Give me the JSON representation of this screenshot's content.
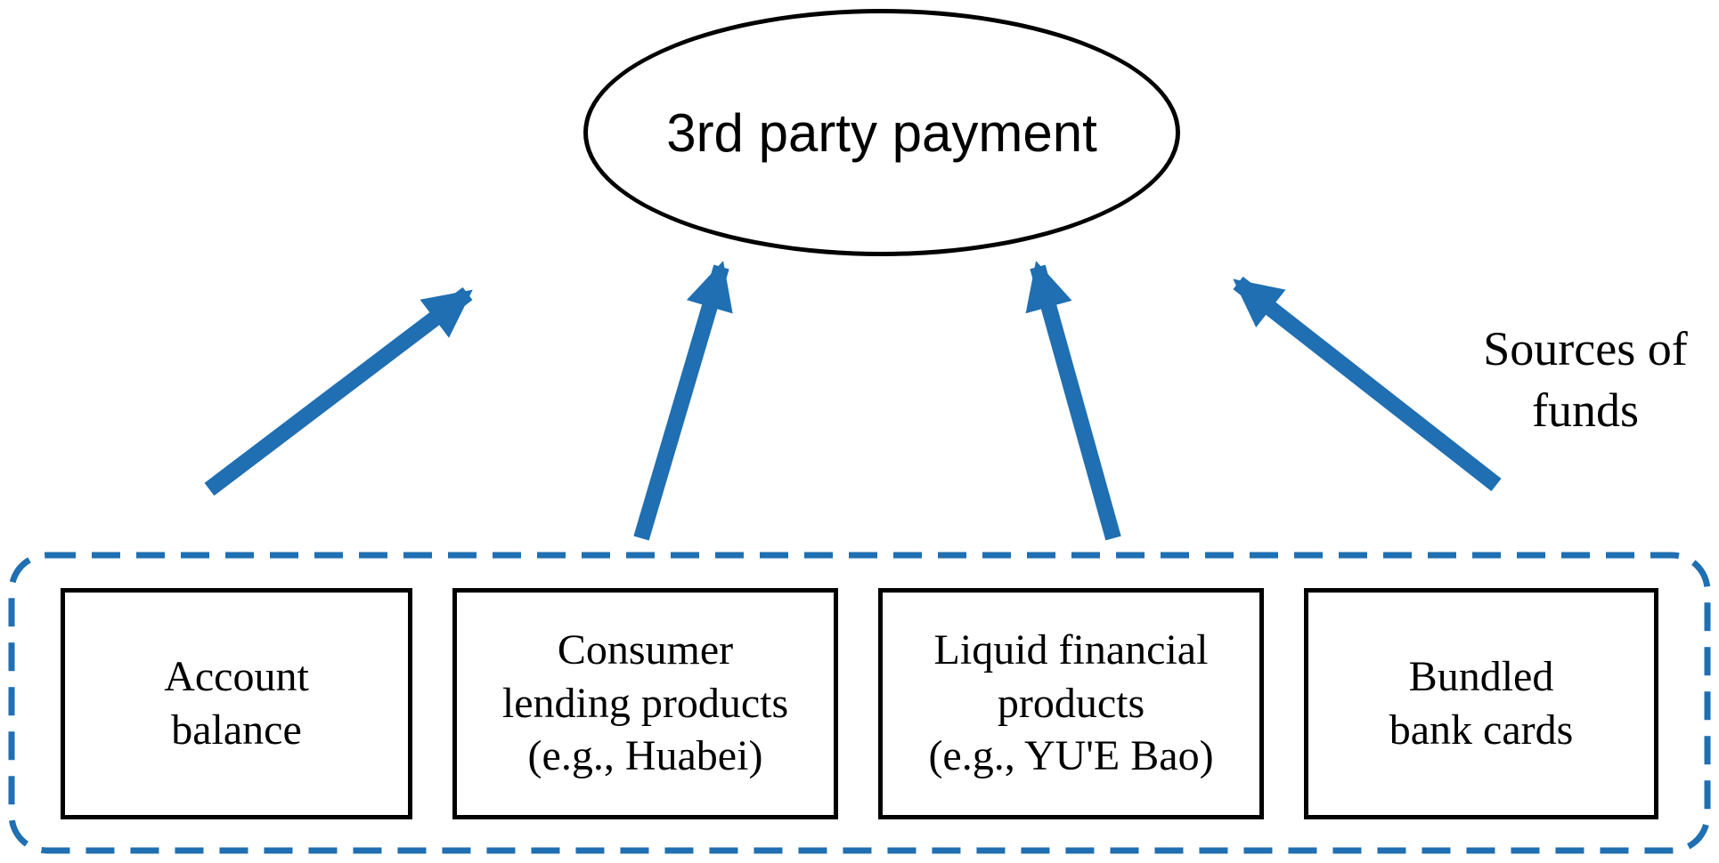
{
  "colors": {
    "accent": "#1f6fb2",
    "ink": "#000000",
    "background": "#ffffff"
  },
  "node": {
    "label": "3rd party payment"
  },
  "side_label": {
    "lines": [
      "Sources of",
      "funds"
    ]
  },
  "boxes": [
    {
      "id": "account-balance",
      "lines": [
        "Account",
        "balance"
      ]
    },
    {
      "id": "consumer-lending",
      "lines": [
        "Consumer",
        "lending products",
        "(e.g., Huabei)"
      ]
    },
    {
      "id": "liquid-financial",
      "lines": [
        "Liquid financial",
        "products",
        "(e.g., YU'E Bao)"
      ]
    },
    {
      "id": "bundled-bank-cards",
      "lines": [
        "Bundled",
        "bank cards"
      ]
    }
  ]
}
